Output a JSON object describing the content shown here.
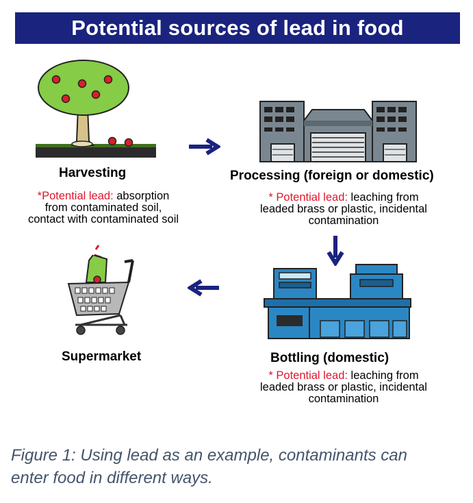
{
  "title": "Potential sources of lead in food",
  "lead_label": "Potential lead:",
  "stages": {
    "harvesting": {
      "title": "Harvesting",
      "prefix": "*",
      "desc_line1": " absorption",
      "desc_line2": "from contaminated soil,",
      "desc_line3": "contact with contaminated soil"
    },
    "processing": {
      "title": "Processing (foreign or domestic)",
      "prefix": "* ",
      "desc_line1": " leaching from",
      "desc_line2": "leaded brass or plastic, incidental",
      "desc_line3": "contamination"
    },
    "bottling": {
      "title": "Bottling (domestic)",
      "prefix": "* ",
      "desc_line1": " leaching from",
      "desc_line2": "leaded brass or plastic, incidental",
      "desc_line3": "contamination"
    },
    "supermarket": {
      "title": "Supermarket"
    }
  },
  "caption_line1": "Figure 1: Using lead as an example, contaminants can",
  "caption_line2": "enter food in different ways.",
  "colors": {
    "title_bg": "#1a237e",
    "arrow": "#1a237e",
    "lead_text": "#e0162b",
    "factory": "#7a8790",
    "bottling": "#2b87c3",
    "caption": "#44546a"
  },
  "icons": [
    "apple-tree-icon",
    "factory-icon",
    "bottling-plant-icon",
    "shopping-cart-icon",
    "arrow-right-icon",
    "arrow-down-icon",
    "arrow-left-icon"
  ]
}
